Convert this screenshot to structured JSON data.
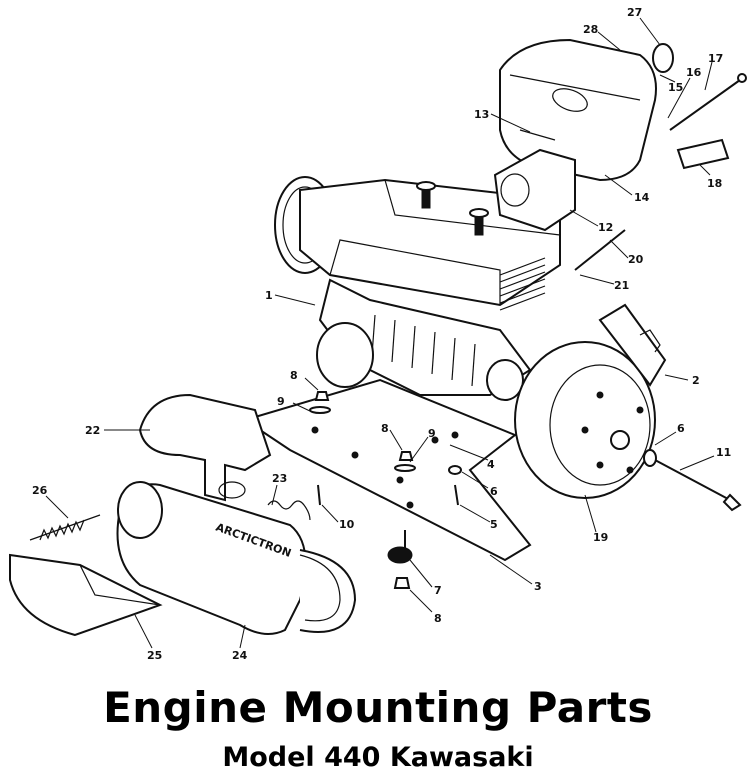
{
  "title": "Engine Mounting Parts",
  "subtitle": "Model 440 Kawasaki",
  "muffler_brand": "ARCTICTRON",
  "callouts": [
    "1",
    "2",
    "3",
    "4",
    "5",
    "6",
    "6",
    "7",
    "8",
    "8",
    "8",
    "9",
    "9",
    "10",
    "11",
    "12",
    "13",
    "14",
    "15",
    "16",
    "17",
    "18",
    "19",
    "20",
    "21",
    "22",
    "23",
    "24",
    "25",
    "26",
    "27",
    "28"
  ]
}
